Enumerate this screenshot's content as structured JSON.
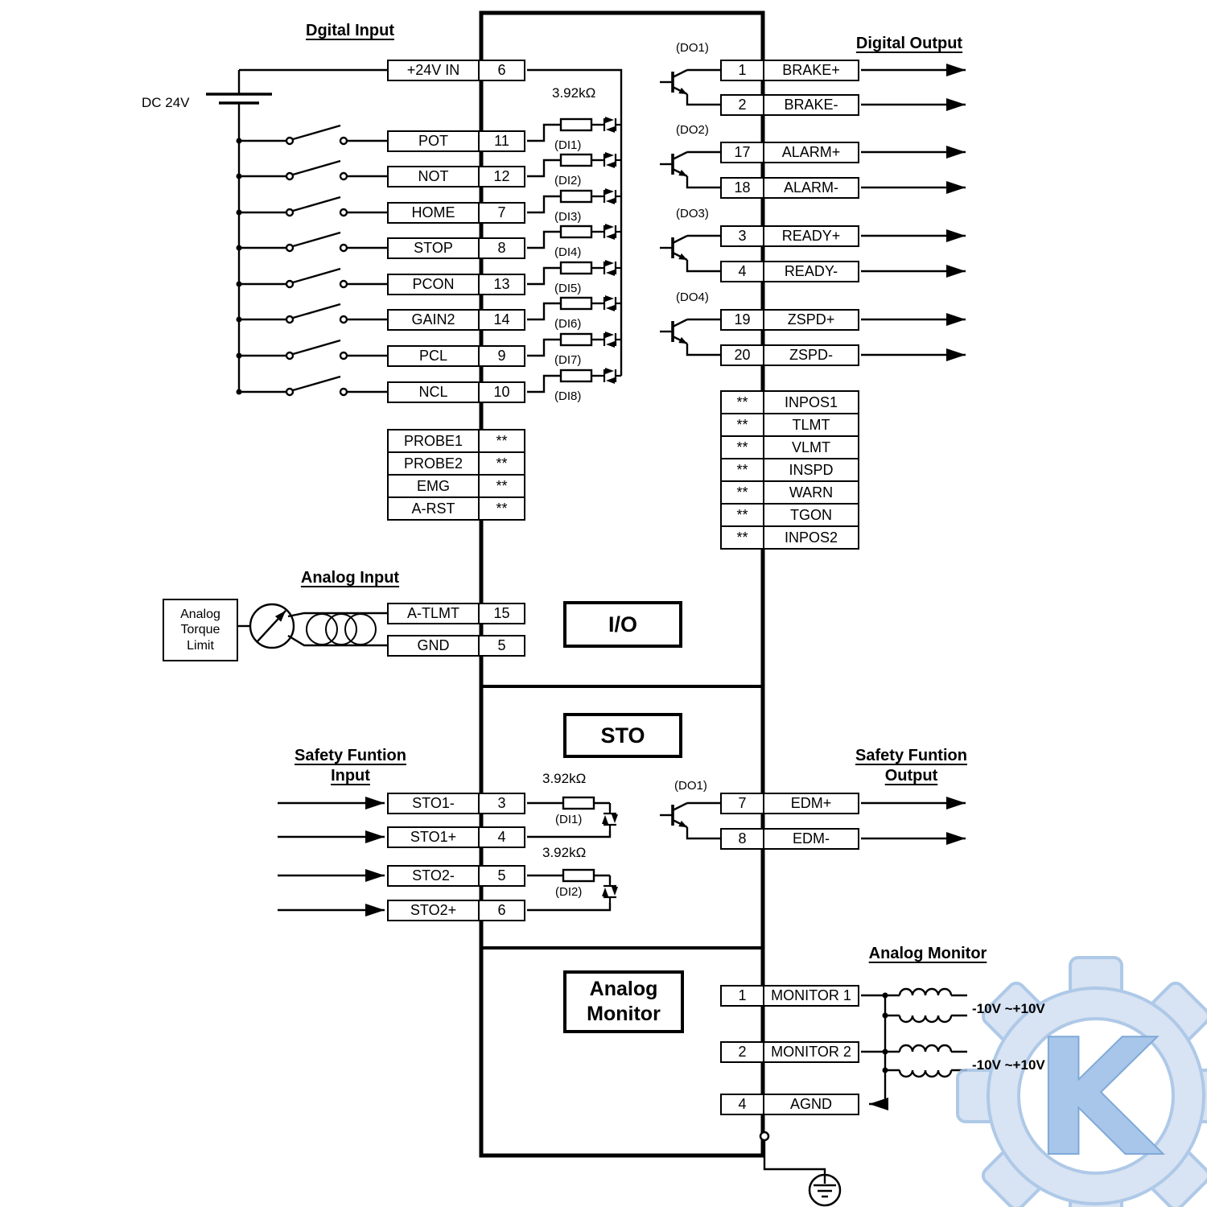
{
  "power": {
    "label": "DC 24V"
  },
  "digital_input": {
    "title": "Dgital Input",
    "resistor_value": "3.92kΩ",
    "di_labels": [
      "(DI1)",
      "(DI2)",
      "(DI3)",
      "(DI4)",
      "(DI5)",
      "(DI6)",
      "(DI7)",
      "(DI8)"
    ],
    "rows": [
      {
        "label": "+24V IN",
        "pin": "6"
      },
      {
        "label": "POT",
        "pin": "11"
      },
      {
        "label": "NOT",
        "pin": "12"
      },
      {
        "label": "HOME",
        "pin": "7"
      },
      {
        "label": "STOP",
        "pin": "8"
      },
      {
        "label": "PCON",
        "pin": "13"
      },
      {
        "label": "GAIN2",
        "pin": "14"
      },
      {
        "label": "PCL",
        "pin": "9"
      },
      {
        "label": "NCL",
        "pin": "10"
      }
    ],
    "extra_rows": [
      {
        "label": "PROBE1",
        "pin": "**"
      },
      {
        "label": "PROBE2",
        "pin": "**"
      },
      {
        "label": "EMG",
        "pin": "**"
      },
      {
        "label": "A-RST",
        "pin": "**"
      }
    ]
  },
  "digital_output": {
    "title": "Digital Output",
    "do_labels": [
      "(DO1)",
      "(DO2)",
      "(DO3)",
      "(DO4)"
    ],
    "rows": [
      {
        "pin": "1",
        "label": "BRAKE+"
      },
      {
        "pin": "2",
        "label": "BRAKE-"
      },
      {
        "pin": "17",
        "label": "ALARM+"
      },
      {
        "pin": "18",
        "label": "ALARM-"
      },
      {
        "pin": "3",
        "label": "READY+"
      },
      {
        "pin": "4",
        "label": "READY-"
      },
      {
        "pin": "19",
        "label": "ZSPD+"
      },
      {
        "pin": "20",
        "label": "ZSPD-"
      }
    ],
    "status_rows": [
      {
        "pin": "**",
        "label": "INPOS1"
      },
      {
        "pin": "**",
        "label": "TLMT"
      },
      {
        "pin": "**",
        "label": "VLMT"
      },
      {
        "pin": "**",
        "label": "INSPD"
      },
      {
        "pin": "**",
        "label": "WARN"
      },
      {
        "pin": "**",
        "label": "TGON"
      },
      {
        "pin": "**",
        "label": "INPOS2"
      }
    ]
  },
  "blocks": {
    "io": "I/O",
    "sto": "STO",
    "analog_monitor_line1": "Analog",
    "analog_monitor_line2": "Monitor"
  },
  "analog_input": {
    "title": "Analog Input",
    "source_lines": [
      "Analog",
      "Torque",
      "Limit"
    ],
    "rows": [
      {
        "label": "A-TLMT",
        "pin": "15"
      },
      {
        "label": "GND",
        "pin": "5"
      }
    ]
  },
  "safety_input": {
    "title_line1": "Safety Funtion",
    "title_line2": "Input",
    "resistor_value": "3.92kΩ",
    "di_labels": [
      "(DI1)",
      "(DI2)"
    ],
    "rows": [
      {
        "label": "STO1-",
        "pin": "3"
      },
      {
        "label": "STO1+",
        "pin": "4"
      },
      {
        "label": "STO2-",
        "pin": "5"
      },
      {
        "label": "STO2+",
        "pin": "6"
      }
    ]
  },
  "safety_output": {
    "title_line1": "Safety Funtion",
    "title_line2": "Output",
    "do_label": "(DO1)",
    "rows": [
      {
        "pin": "7",
        "label": "EDM+"
      },
      {
        "pin": "8",
        "label": "EDM-"
      }
    ]
  },
  "analog_monitor": {
    "title": "Analog Monitor",
    "range_label": "-10V ~+10V",
    "rows": [
      {
        "pin": "1",
        "label": "MONITOR 1"
      },
      {
        "pin": "2",
        "label": "MONITOR 2"
      },
      {
        "pin": "4",
        "label": "AGND"
      }
    ]
  },
  "watermark": {
    "letter": "K",
    "color": "#9cbfe6"
  }
}
